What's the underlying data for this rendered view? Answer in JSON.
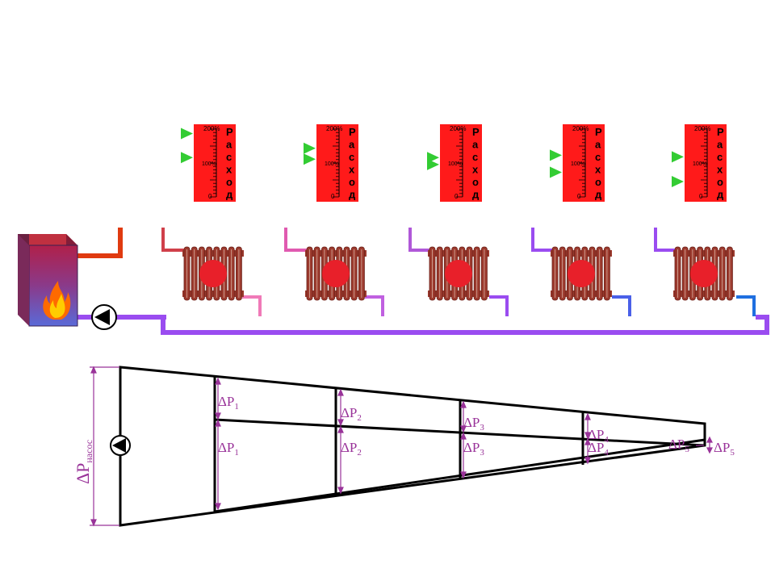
{
  "colors": {
    "supply_hot": "#e03a10",
    "return_cool": "#1f6fe0",
    "violet": "#9a4cf0",
    "pink": "#e05ab0",
    "gauge_red": "#ff1a1a",
    "marker_green": "#33cc33",
    "radiator_brown": "#9c3a2e",
    "radiator_dot": "#e8202a",
    "annot": "#993399"
  },
  "gauges": [
    {
      "top_label": "200%",
      "mid_label": "100%",
      "bottom_label": "0",
      "word": [
        "Р",
        "а",
        "с",
        "х",
        "о",
        "д"
      ],
      "markers": [
        0.12,
        0.43
      ]
    },
    {
      "top_label": "200%",
      "mid_label": "100%",
      "bottom_label": "0",
      "word": [
        "Р",
        "а",
        "с",
        "х",
        "о",
        "д"
      ],
      "markers": [
        0.31,
        0.45
      ]
    },
    {
      "top_label": "200%",
      "mid_label": "100%",
      "bottom_label": "0",
      "word": [
        "Р",
        "а",
        "с",
        "х",
        "о",
        "д"
      ],
      "markers": [
        0.43,
        0.52
      ]
    },
    {
      "top_label": "200%",
      "mid_label": "100%",
      "bottom_label": "0",
      "word": [
        "Р",
        "а",
        "с",
        "х",
        "о",
        "д"
      ],
      "markers": [
        0.4,
        0.62
      ]
    },
    {
      "top_label": "200%",
      "mid_label": "100%",
      "bottom_label": "0",
      "word": [
        "Р",
        "а",
        "с",
        "х",
        "о",
        "д"
      ],
      "markers": [
        0.42,
        0.74
      ]
    }
  ],
  "pressure": {
    "pump_label": "ΔP",
    "pump_sub": "насос",
    "labels": [
      {
        "base": "ΔP",
        "sub": "1"
      },
      {
        "base": "ΔP",
        "sub": "1"
      },
      {
        "base": "ΔP",
        "sub": "2"
      },
      {
        "base": "ΔP",
        "sub": "2"
      },
      {
        "base": "ΔP",
        "sub": "3"
      },
      {
        "base": "ΔP",
        "sub": "3"
      },
      {
        "base": "ΔP",
        "sub": "4"
      },
      {
        "base": "ΔP",
        "sub": "4"
      },
      {
        "base": "ΔP",
        "sub": "5"
      },
      {
        "base": "ΔP",
        "sub": "5"
      }
    ]
  }
}
